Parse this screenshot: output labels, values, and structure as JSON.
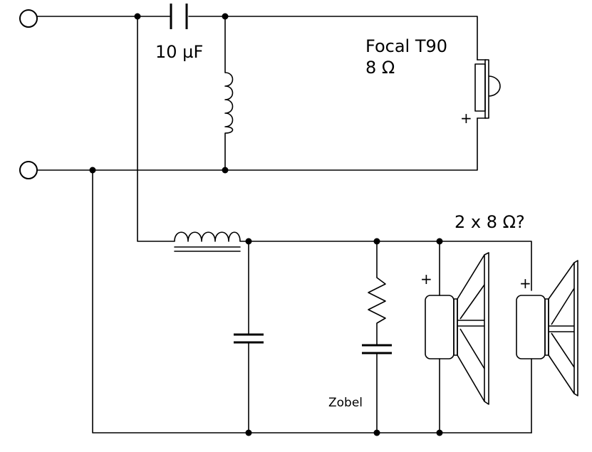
{
  "labels": {
    "cap_top": "10 µF",
    "tweeter_name": "Focal T90",
    "tweeter_impedance": "8 Ω",
    "woofers": "2 x 8 Ω?",
    "zobel": "Zobel",
    "tweeter_plus": "+",
    "woofer1_plus": "+",
    "woofer2_plus": "+"
  }
}
